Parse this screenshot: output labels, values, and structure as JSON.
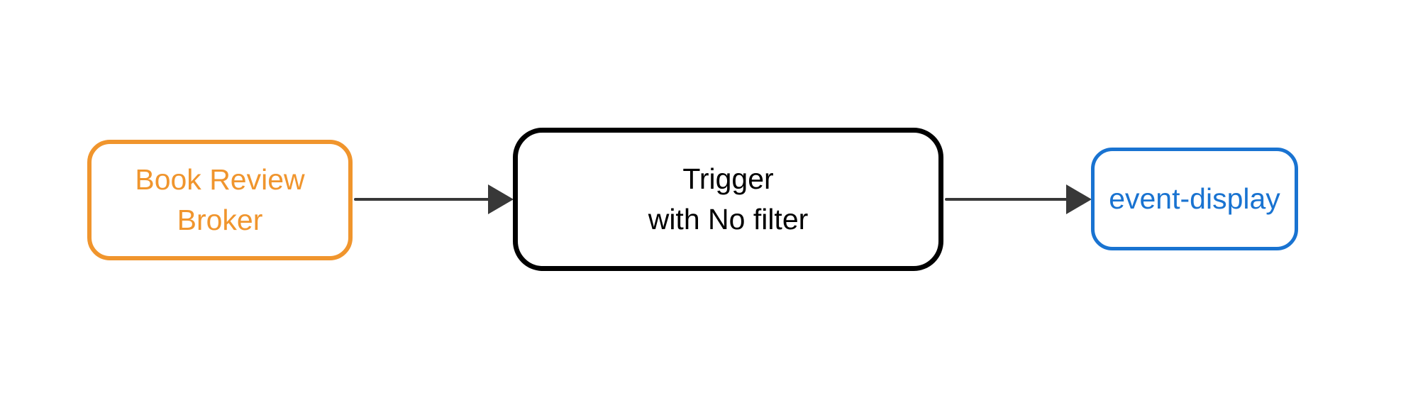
{
  "diagram": {
    "type": "flowchart-left-to-right",
    "nodes": [
      {
        "id": "broker",
        "label_lines": [
          "Book Review",
          "Broker"
        ]
      },
      {
        "id": "trigger",
        "label_lines": [
          "Trigger",
          "with No filter"
        ]
      },
      {
        "id": "event-display",
        "label_lines": [
          "event-display"
        ]
      }
    ],
    "edges": [
      {
        "from": "broker",
        "to": "trigger",
        "direction": "right"
      },
      {
        "from": "trigger",
        "to": "event-display",
        "direction": "right"
      }
    ]
  },
  "colors": {
    "broker": "#F0952D",
    "trigger": "#000000",
    "event_display": "#1973D1",
    "arrow": "#383838",
    "background": "#ffffff"
  }
}
